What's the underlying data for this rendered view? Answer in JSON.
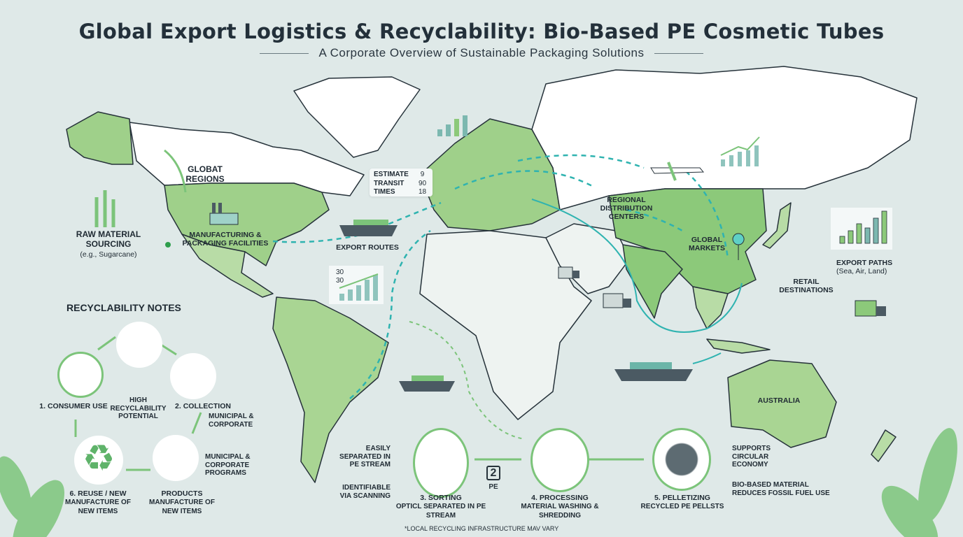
{
  "header": {
    "title": "Global Export Logistics & Recyclability: Bio-Based PE Cosmetic Tubes",
    "subtitle": "A Corporate Overview of Sustainable Packaging Solutions"
  },
  "map_labels": {
    "global_regions": "Globat Regions",
    "raw_material": "Raw Material Sourcing",
    "raw_material_example": "(e.g., Sugarcane)",
    "manufacturing": "Manufacturing & Packaging Facilities",
    "export_routes": "Export Routes",
    "transit": {
      "lines": [
        "Estimate",
        "Transit",
        "Times"
      ],
      "values": [
        "9",
        "90",
        "18"
      ]
    },
    "regional_distribution": "Regional Distribution Centers",
    "global_markets": "Global Markets",
    "export_paths": "Export Paths",
    "export_paths_modes": "(Sea, Air, Land)",
    "retail_destinations": "Retail Destinations",
    "australia": "Australia",
    "chart_ticks": [
      "30",
      "30"
    ]
  },
  "recyclability": {
    "title": "Recyclability Notes",
    "consumer_use": "1. Consumer Use",
    "high_recyclability": "High Recyclability Potential",
    "collection": "2. Collection",
    "collection_note": "Municipal & Corporate",
    "programs_note": "Municipal & Corporate Programs",
    "products": "Products",
    "products_note": "Manufacture of New Items",
    "reuse": "6. Reuse / New",
    "reuse_note": "Manufacture of New Items"
  },
  "process": {
    "easily_separated": "Easily Separated in PE Stream",
    "identifiable": "Identifiable via Scanning",
    "sorting": "3. Sorting",
    "sorting_note": "Opticl Separated in PE Stream",
    "resin_code": "2",
    "resin_label": "PE",
    "processing": "4. Processing",
    "processing_note": "Material Washing & Shredding",
    "pelletizing": "5. Pelletizing",
    "pelletizing_note": "Recycled PE Pellsts",
    "circular": "Supports Circular Economy",
    "bio_based": "Bio-Based Material Reduces Fossil Fuel Use",
    "footnote": "*Local Recycling Infrastructure Mav Vary"
  },
  "colors": {
    "green": "#8cc97a",
    "teal": "#2fb3b0",
    "land_white": "#ffffff",
    "ocean": "#dfe9e8",
    "text": "#1f2a33"
  }
}
